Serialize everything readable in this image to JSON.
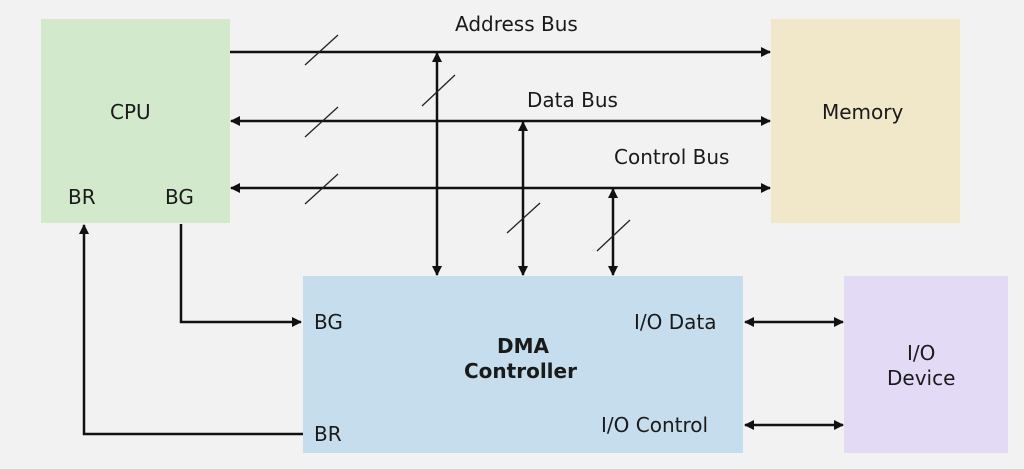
{
  "blocks": {
    "cpu": {
      "label": "CPU",
      "br": "BR",
      "bg": "BG",
      "color": "#d2e9cc"
    },
    "memory": {
      "label": "Memory",
      "color": "#f1e7c9"
    },
    "dma": {
      "label_line1": "DMA",
      "label_line2": "Controller",
      "bg": "BG",
      "br": "BR",
      "io_data": "I/O Data",
      "io_control": "I/O Control",
      "color": "#c5dded"
    },
    "io_device": {
      "label_line1": "I/O",
      "label_line2": "Device",
      "color": "#e3dbf5"
    }
  },
  "buses": {
    "address": "Address Bus",
    "data": "Data Bus",
    "control": "Control Bus"
  },
  "line_color": "#111111"
}
